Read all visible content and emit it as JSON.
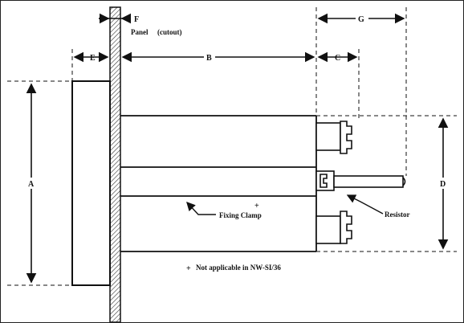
{
  "labels": {
    "panel": "Panel",
    "cutout": "(cutout)",
    "fixing_clamp": "Fixing Clamp",
    "resistor": "Resistor",
    "footnote": "Not applicable in NW-SI/36",
    "footnote_mark": "+",
    "clamp_mark": "+"
  },
  "dimensions": {
    "A": "A",
    "B": "B",
    "C": "C",
    "D": "D",
    "E": "E",
    "F": "F",
    "G": "G"
  }
}
